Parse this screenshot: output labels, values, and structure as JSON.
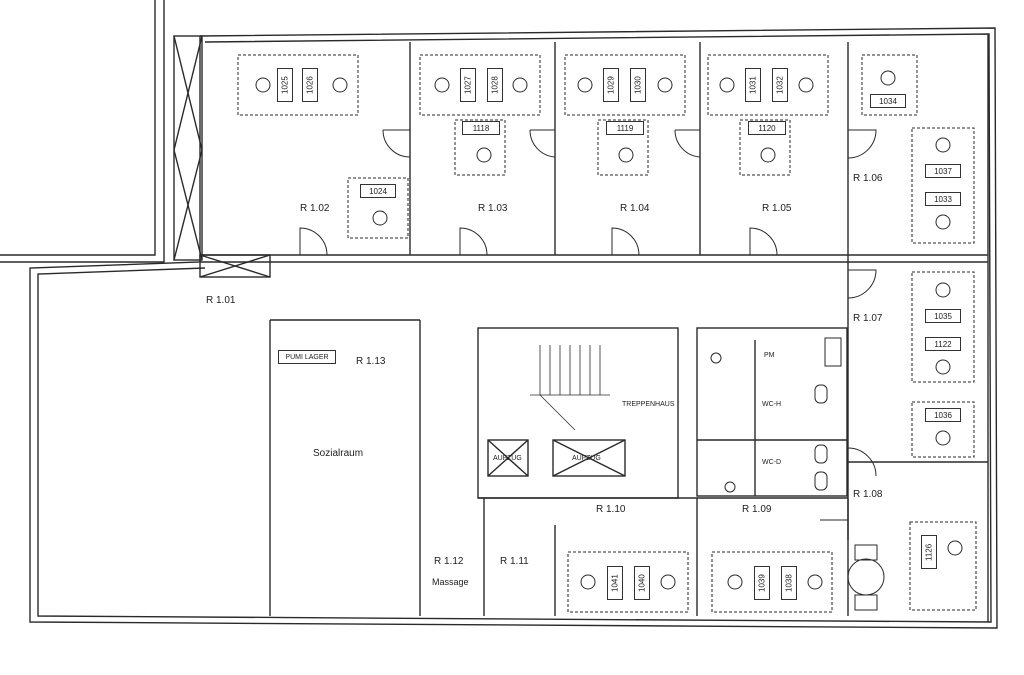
{
  "rooms": {
    "r102": "R 1.02",
    "r103": "R 1.03",
    "r104": "R 1.04",
    "r105": "R 1.05",
    "r106": "R 1.06",
    "r107": "R 1.07",
    "r108": "R 1.08",
    "r101": "R 1.01",
    "r113": "R 1.13",
    "r110": "R 1.10",
    "r109": "R 1.09",
    "r112": "R 1.12",
    "r111": "R 1.11"
  },
  "room_names": {
    "pumi_lager": "PUMI LAGER",
    "sozialraum": "Sozialraum",
    "treppenhaus": "TREPPENHAUS",
    "aufzug_1": "AUFZUG",
    "aufzug_2": "AUFZUG",
    "pm": "PM",
    "wc_h": "WC-H",
    "wc_d": "WC-D",
    "massage": "Massage"
  },
  "desks": {
    "d1025": "1025",
    "d1026": "1026",
    "d1024": "1024",
    "d1027": "1027",
    "d1028": "1028",
    "d1118": "1118",
    "d1029": "1029",
    "d1030": "1030",
    "d1119": "1119",
    "d1031": "1031",
    "d1032": "1032",
    "d1120": "1120",
    "d1034": "1034",
    "d1037": "1037",
    "d1033": "1033",
    "d1035": "1035",
    "d1122": "1122",
    "d1036": "1036",
    "d1126": "1126",
    "d1041": "1041",
    "d1040": "1040",
    "d1039": "1039",
    "d1038": "1038"
  },
  "colors": {
    "line": "#2a2a2a",
    "background": "#ffffff"
  }
}
